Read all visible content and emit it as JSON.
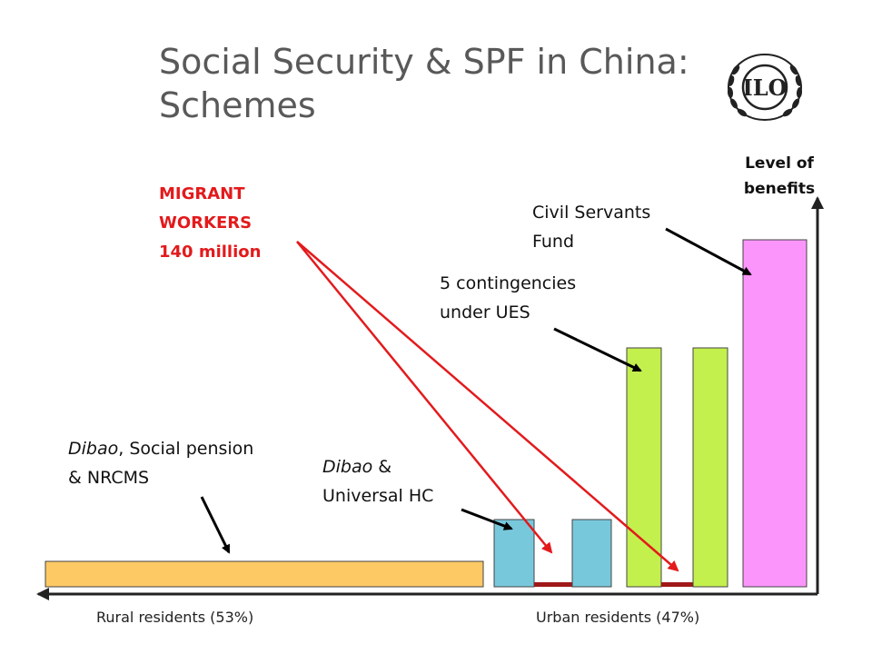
{
  "title": {
    "line1": "Social Security & SPF in China:",
    "line2": "Schemes"
  },
  "logo": {
    "text": "ILO",
    "icon": "ilo-laurel-logo-icon"
  },
  "labels": {
    "level_of_benefits_line1": "Level of",
    "level_of_benefits_line2": "benefits",
    "migrant_line1": "MIGRANT",
    "migrant_line2": "WORKERS",
    "migrant_line3": "140 million",
    "civil_line1": "Civil Servants",
    "civil_line2": "Fund",
    "contingencies_line1": "5 contingencies",
    "contingencies_line2": "under UES",
    "dibao_rural_italic": "Dibao",
    "dibao_rural_rest": ", Social pension",
    "dibao_rural_line2": "& NRCMS",
    "dibao_urban_italic": "Dibao",
    "dibao_urban_rest": " &",
    "dibao_urban_line2": "Universal HC",
    "rural_axis": "Rural residents (53%)",
    "urban_axis": "Urban residents (47%)"
  },
  "colors": {
    "rural_bar": "#fcc965",
    "dibao_bar": "#78c8dc",
    "ues_bar": "#c3f04d",
    "civil_bar": "#fb95fb",
    "migrant_gap": "#a01818",
    "migrant_arrow": "#e31a1c",
    "annotation_arrow": "#000000"
  }
}
